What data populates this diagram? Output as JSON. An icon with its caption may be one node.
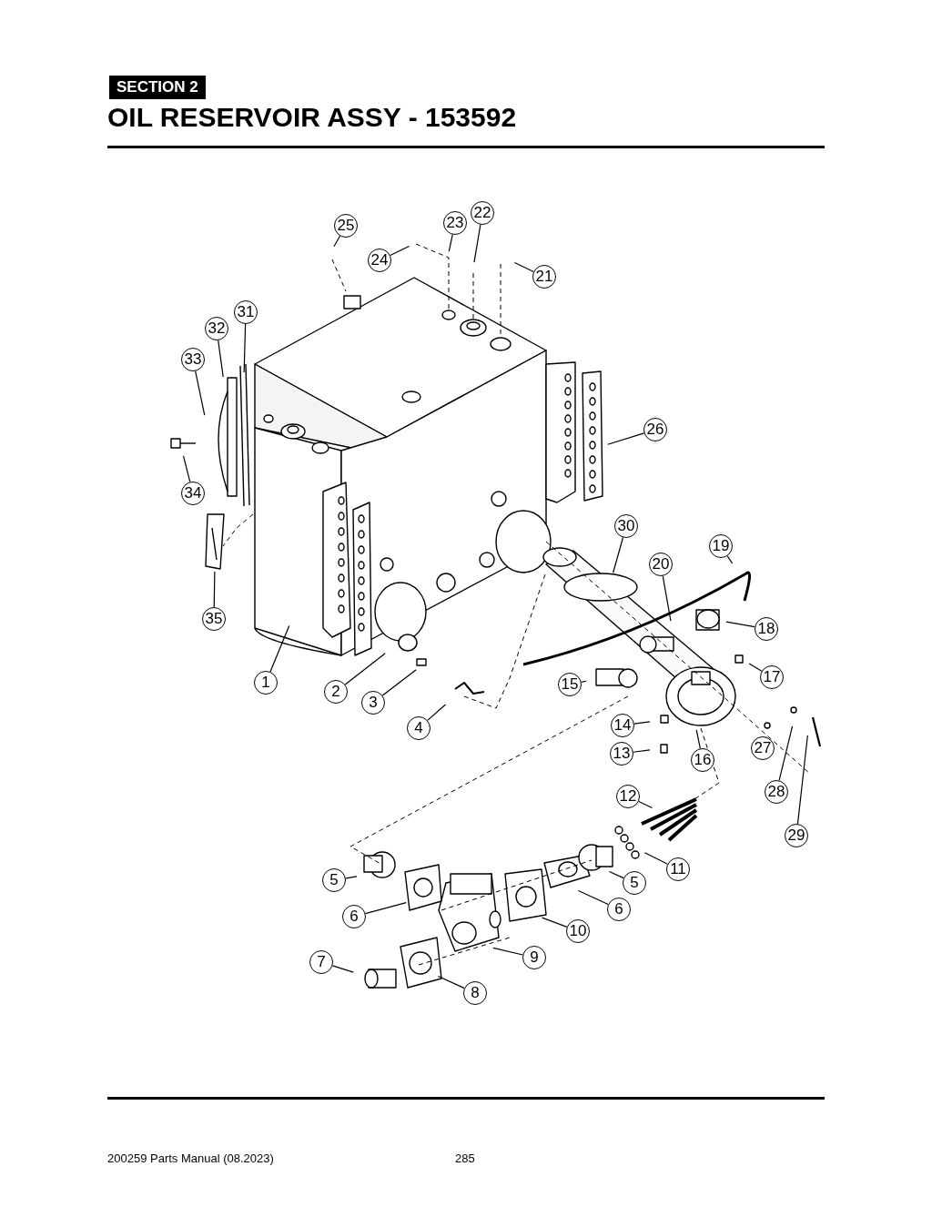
{
  "diagram": {
    "title": "OIL RESERVOIR ASSY - 153592",
    "nodes": [
      {
        "text": [
          "25"
        ]
      },
      {
        "text": [
          "23"
        ]
      },
      {
        "text": [
          "22"
        ]
      },
      {
        "text": [
          "24"
        ]
      },
      {
        "text": [
          "21"
        ]
      },
      {
        "text": [
          "31"
        ]
      },
      {
        "text": [
          "32"
        ]
      },
      {
        "text": [
          "33"
        ]
      },
      {
        "text": [
          "26"
        ]
      },
      {
        "text": [
          "34"
        ]
      },
      {
        "text": [
          "30"
        ]
      },
      {
        "text": [
          "19"
        ]
      },
      {
        "text": [
          "20"
        ]
      },
      {
        "text": [
          "35"
        ]
      },
      {
        "text": [
          "18"
        ]
      },
      {
        "text": [
          "1"
        ]
      },
      {
        "text": [
          "2"
        ]
      },
      {
        "text": [
          "3"
        ]
      },
      {
        "text": [
          "15"
        ]
      },
      {
        "text": [
          "17"
        ]
      },
      {
        "text": [
          "4"
        ]
      },
      {
        "text": [
          "14"
        ]
      },
      {
        "text": [
          "27"
        ]
      },
      {
        "text": [
          "13"
        ]
      },
      {
        "text": [
          "16"
        ]
      },
      {
        "text": [
          "28"
        ]
      },
      {
        "text": [
          "12"
        ]
      },
      {
        "text": [
          "29"
        ]
      },
      {
        "text": [
          "11"
        ]
      },
      {
        "text": [
          "5"
        ]
      },
      {
        "text": [
          "5"
        ]
      },
      {
        "text": [
          "6"
        ]
      },
      {
        "text": [
          "6"
        ]
      },
      {
        "text": [
          "10"
        ]
      },
      {
        "text": [
          "9"
        ]
      },
      {
        "text": [
          "7"
        ]
      },
      {
        "text": [
          "8"
        ]
      }
    ],
    "edges": [
      {
        "from": 0,
        "to": null,
        "arrow": "none"
      },
      {
        "from": 1,
        "to": null,
        "arrow": "none"
      },
      {
        "from": 2,
        "to": null,
        "arrow": "none"
      },
      {
        "from": 3,
        "to": null,
        "arrow": "none"
      },
      {
        "from": 4,
        "to": null,
        "arrow": "none"
      },
      {
        "from": 5,
        "to": null,
        "arrow": "none"
      },
      {
        "from": 6,
        "to": null,
        "arrow": "none"
      },
      {
        "from": 7,
        "to": null,
        "arrow": "none"
      },
      {
        "from": 8,
        "to": null,
        "arrow": "none"
      },
      {
        "from": 9,
        "to": null,
        "arrow": "none"
      },
      {
        "from": 10,
        "to": null,
        "arrow": "none"
      },
      {
        "from": 11,
        "to": null,
        "arrow": "none"
      },
      {
        "from": 12,
        "to": null,
        "arrow": "none"
      },
      {
        "from": 13,
        "to": null,
        "arrow": "none"
      },
      {
        "from": 14,
        "to": null,
        "arrow": "none"
      },
      {
        "from": 15,
        "to": null,
        "arrow": "none"
      },
      {
        "from": 16,
        "to": null,
        "arrow": "none"
      },
      {
        "from": 17,
        "to": null,
        "arrow": "none"
      },
      {
        "from": 18,
        "to": null,
        "arrow": "none"
      },
      {
        "from": 19,
        "to": null,
        "arrow": "none"
      },
      {
        "from": 20,
        "to": null,
        "arrow": "none"
      },
      {
        "from": 21,
        "to": null,
        "arrow": "none"
      },
      {
        "from": 22,
        "to": null,
        "arrow": "none"
      },
      {
        "from": 23,
        "to": null,
        "arrow": "none"
      },
      {
        "from": 24,
        "to": null,
        "arrow": "none"
      },
      {
        "from": 25,
        "to": null,
        "arrow": "none"
      },
      {
        "from": 26,
        "to": null,
        "arrow": "none"
      },
      {
        "from": 27,
        "to": null,
        "arrow": "none"
      },
      {
        "from": 28,
        "to": null,
        "arrow": "none"
      },
      {
        "from": 29,
        "to": null,
        "arrow": "none"
      },
      {
        "from": 30,
        "to": null,
        "arrow": "none"
      },
      {
        "from": 31,
        "to": null,
        "arrow": "none"
      },
      {
        "from": 32,
        "to": null,
        "arrow": "none"
      },
      {
        "from": 33,
        "to": null,
        "arrow": "none"
      },
      {
        "from": 34,
        "to": null,
        "arrow": "none"
      },
      {
        "from": 35,
        "to": null,
        "arrow": "none"
      },
      {
        "from": 36,
        "to": null,
        "arrow": "none"
      }
    ],
    "labels": [
      "SECTION 2",
      "200259 Parts Manual (08.2023)",
      "285"
    ]
  }
}
